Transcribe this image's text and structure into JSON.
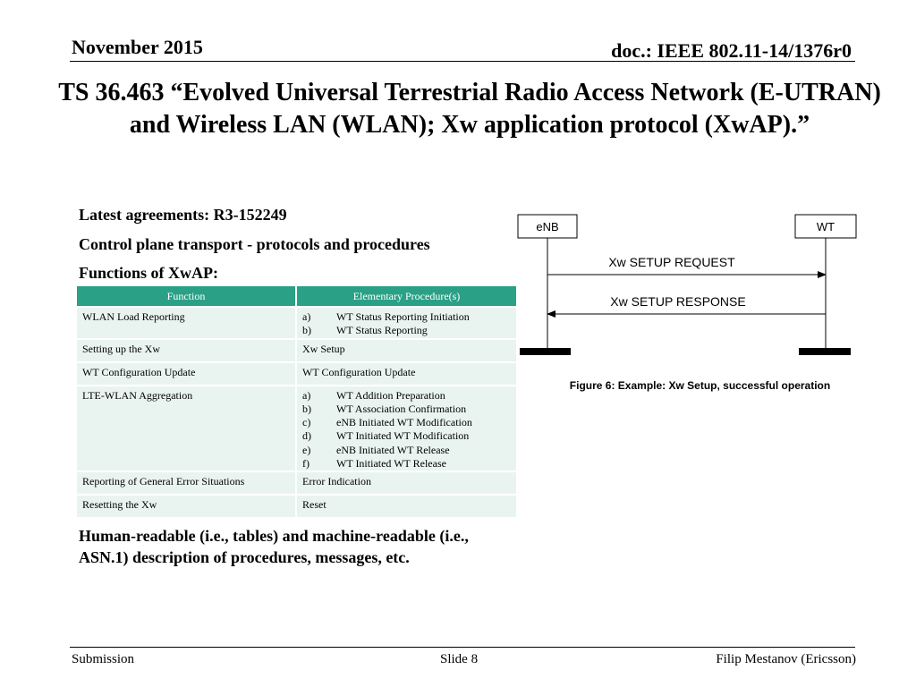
{
  "header": {
    "date": "November 2015",
    "doc": "doc.: IEEE 802.11-14/1376r0"
  },
  "title": "TS 36.463 “Evolved Universal Terrestrial Radio Access Network (E-UTRAN) and Wireless LAN (WLAN); Xw application protocol (XwAP).”",
  "bullets": {
    "agreements": "Latest agreements: R3-152249",
    "transport": "Control plane transport - protocols and procedures",
    "functions": "Functions of XwAP:",
    "readable": "Human-readable (i.e., tables) and machine-readable (i.e., ASN.1) description of procedures, messages, etc."
  },
  "table": {
    "headers": [
      "Function",
      "Elementary Procedure(s)"
    ],
    "rows": [
      {
        "function": "WLAN Load Reporting",
        "items": [
          [
            "a)",
            "WT Status Reporting Initiation"
          ],
          [
            "b)",
            "WT Status Reporting"
          ]
        ]
      },
      {
        "function": "Setting up the Xw",
        "items": [
          [
            "",
            "Xw Setup"
          ]
        ]
      },
      {
        "function": "WT Configuration Update",
        "items": [
          [
            "",
            "WT Configuration Update"
          ]
        ]
      },
      {
        "function": "LTE-WLAN Aggregation",
        "items": [
          [
            "a)",
            "WT Addition Preparation"
          ],
          [
            "b)",
            "WT Association Confirmation"
          ],
          [
            "c)",
            "eNB Initiated WT Modification"
          ],
          [
            "d)",
            "WT Initiated WT Modification"
          ],
          [
            "e)",
            "eNB Initiated WT Release"
          ],
          [
            "f)",
            "WT Initiated WT Release"
          ]
        ]
      },
      {
        "function": "Reporting of General Error Situations",
        "items": [
          [
            "",
            "Error Indication"
          ]
        ]
      },
      {
        "function": "Resetting the Xw",
        "items": [
          [
            "",
            "Reset"
          ]
        ]
      }
    ]
  },
  "diagram": {
    "left_node": "eNB",
    "right_node": "WT",
    "request": "Xw SETUP REQUEST",
    "response": "Xw SETUP RESPONSE",
    "caption": "Figure 6: Example: Xw Setup, successful operation"
  },
  "footer": {
    "left": "Submission",
    "center": "Slide 8",
    "right": "Filip Mestanov (Ericsson)"
  }
}
